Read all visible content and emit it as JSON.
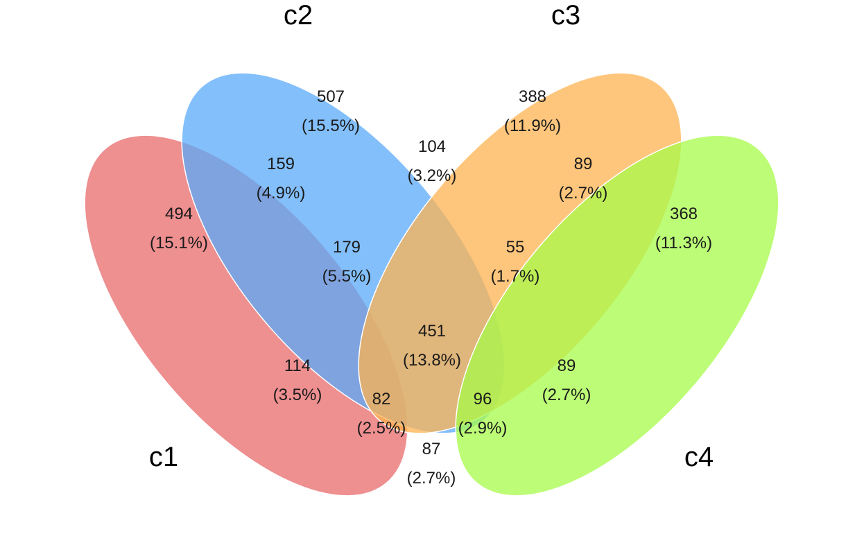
{
  "chart_data": {
    "type": "venn",
    "sets": [
      {
        "name": "c1",
        "color": "#E8696B"
      },
      {
        "name": "c2",
        "color": "#5AAAF9"
      },
      {
        "name": "c3",
        "color": "#FDB350"
      },
      {
        "name": "c4",
        "color": "#A7FB49"
      }
    ],
    "regions": [
      {
        "sets": [
          "c1"
        ],
        "count": "494",
        "percent": "(15.1%)"
      },
      {
        "sets": [
          "c2"
        ],
        "count": "507",
        "percent": "(15.5%)"
      },
      {
        "sets": [
          "c3"
        ],
        "count": "388",
        "percent": "(11.9%)"
      },
      {
        "sets": [
          "c4"
        ],
        "count": "368",
        "percent": "(11.3%)"
      },
      {
        "sets": [
          "c1",
          "c2"
        ],
        "count": "159",
        "percent": "(4.9%)"
      },
      {
        "sets": [
          "c2",
          "c3"
        ],
        "count": "104",
        "percent": "(3.2%)"
      },
      {
        "sets": [
          "c3",
          "c4"
        ],
        "count": "89",
        "percent": "(2.7%)"
      },
      {
        "sets": [
          "c1",
          "c2",
          "c3"
        ],
        "count": "179",
        "percent": "(5.5%)"
      },
      {
        "sets": [
          "c2",
          "c3",
          "c4"
        ],
        "count": "55",
        "percent": "(1.7%)"
      },
      {
        "sets": [
          "c1",
          "c3"
        ],
        "count": "114",
        "percent": "(3.5%)"
      },
      {
        "sets": [
          "c1",
          "c2",
          "c3",
          "c4"
        ],
        "count": "451",
        "percent": "(13.8%)"
      },
      {
        "sets": [
          "c2",
          "c4"
        ],
        "count": "89",
        "percent": "(2.7%)"
      },
      {
        "sets": [
          "c1",
          "c3",
          "c4"
        ],
        "count": "82",
        "percent": "(2.5%)"
      },
      {
        "sets": [
          "c1",
          "c2",
          "c4"
        ],
        "count": "96",
        "percent": "(2.9%)"
      },
      {
        "sets": [
          "c1",
          "c4"
        ],
        "count": "87",
        "percent": "(2.7%)"
      }
    ]
  }
}
